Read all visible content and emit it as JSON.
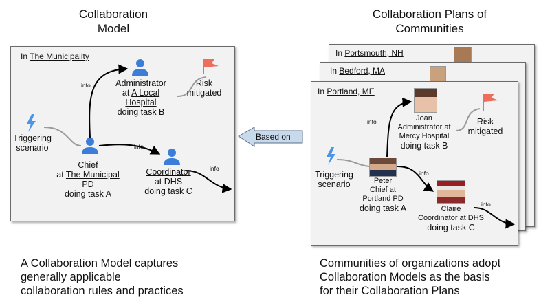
{
  "left": {
    "title_line1": "Collaboration",
    "title_line2": "Model",
    "header_prefix": "In ",
    "header_place": "The Municipality",
    "administrator": {
      "role": "Administrator",
      "line2_prefix": "at ",
      "line2_org": "A Local",
      "line3": "Hospital",
      "line4": "doing task B"
    },
    "risk": {
      "line1": "Risk",
      "line2": "mitigated"
    },
    "trigger": {
      "line1": "Triggering",
      "line2": "scenario"
    },
    "chief": {
      "role": "Chief",
      "line2_prefix": "at ",
      "line2_org": "The Municipal",
      "line3": "PD",
      "line4": "doing task A"
    },
    "coordinator": {
      "role": "Coordinator",
      "line2": "at DHS",
      "line3": "doing task C"
    },
    "info_labels": [
      "info",
      "info",
      "info"
    ],
    "caption": [
      "A Collaboration Model captures",
      "generally applicable",
      "collaboration rules and practices"
    ]
  },
  "middle": {
    "based_on": "Based on"
  },
  "right": {
    "title_line1": "Collaboration Plans of",
    "title_line2": "Communities",
    "back_header": {
      "prefix": "In ",
      "place": "Portsmouth, NH"
    },
    "mid_header": {
      "prefix": "In ",
      "place": "Bedford, MA"
    },
    "front_header": {
      "prefix": "In ",
      "place": "Portland, ME"
    },
    "joan": {
      "line1": "Joan",
      "line2": "Administrator at",
      "line3": "Mercy Hospital",
      "line4": "doing task B"
    },
    "risk": {
      "line1": "Risk",
      "line2": "mitigated"
    },
    "trigger": {
      "line1": "Triggering",
      "line2": "scenario"
    },
    "peter": {
      "line1": "Peter",
      "line2": "Chief at",
      "line3": "Portland PD",
      "line4": "doing task A"
    },
    "claire": {
      "line1": "Claire",
      "line2": "Coordinator at DHS",
      "line3": "doing task C"
    },
    "info_labels": [
      "info",
      "info",
      "info"
    ],
    "caption": [
      "Communities of organizations adopt",
      "Collaboration Models as the basis",
      "for their Collaboration Plans"
    ]
  },
  "colors": {
    "person": "#3b7dd8",
    "flag": "#ee6e5b",
    "bolt": "#4f95e6",
    "panel": "#f2f2f2",
    "arrow_fill": "#c9d9ec"
  },
  "icons": [
    "person-icon",
    "flag-icon",
    "lightning-icon",
    "arrow-left-icon"
  ]
}
